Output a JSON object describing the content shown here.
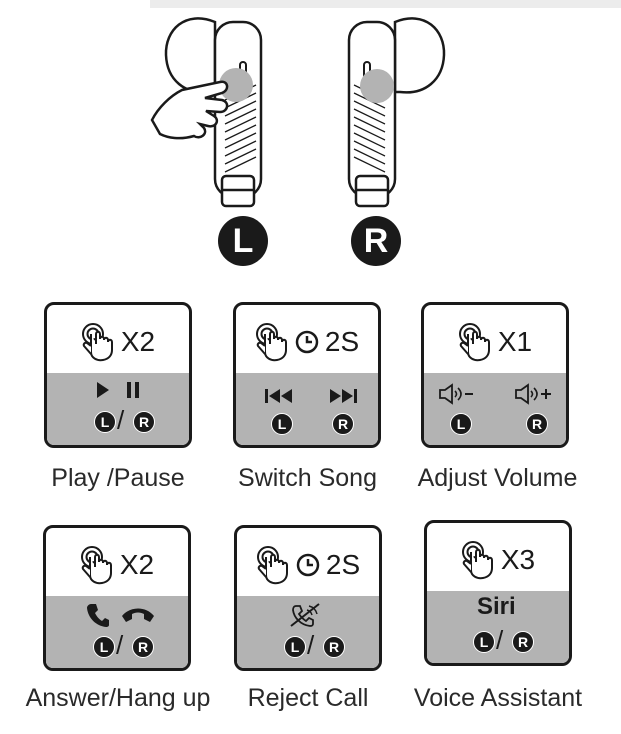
{
  "earbuds": {
    "left_label": "L",
    "right_label": "R"
  },
  "cards": [
    {
      "gesture": "X2",
      "caption": "Play /Pause",
      "badge_l": "L",
      "badge_r": "R"
    },
    {
      "gesture": "2S",
      "caption": "Switch Song",
      "badge_l": "L",
      "badge_r": "R"
    },
    {
      "gesture": "X1",
      "caption": "Adjust Volume",
      "badge_l": "L",
      "badge_r": "R"
    },
    {
      "gesture": "X2",
      "caption": "Answer/Hang up",
      "badge_l": "L",
      "badge_r": "R"
    },
    {
      "gesture": "2S",
      "caption": "Reject Call",
      "badge_l": "L",
      "badge_r": "R"
    },
    {
      "gesture": "X3",
      "caption": "Voice Assistant",
      "badge_l": "L",
      "badge_r": "R",
      "action_text": "Siri"
    }
  ],
  "icons": {
    "tap": "tap-hand-icon",
    "timer": "clock-icon",
    "play": "play-icon",
    "pause": "pause-icon",
    "prev": "previous-track-icon",
    "next": "next-track-icon",
    "vol_down": "volume-down-icon",
    "vol_up": "volume-up-icon",
    "answer": "phone-answer-icon",
    "hangup": "phone-hangup-icon",
    "reject": "phone-reject-icon"
  }
}
